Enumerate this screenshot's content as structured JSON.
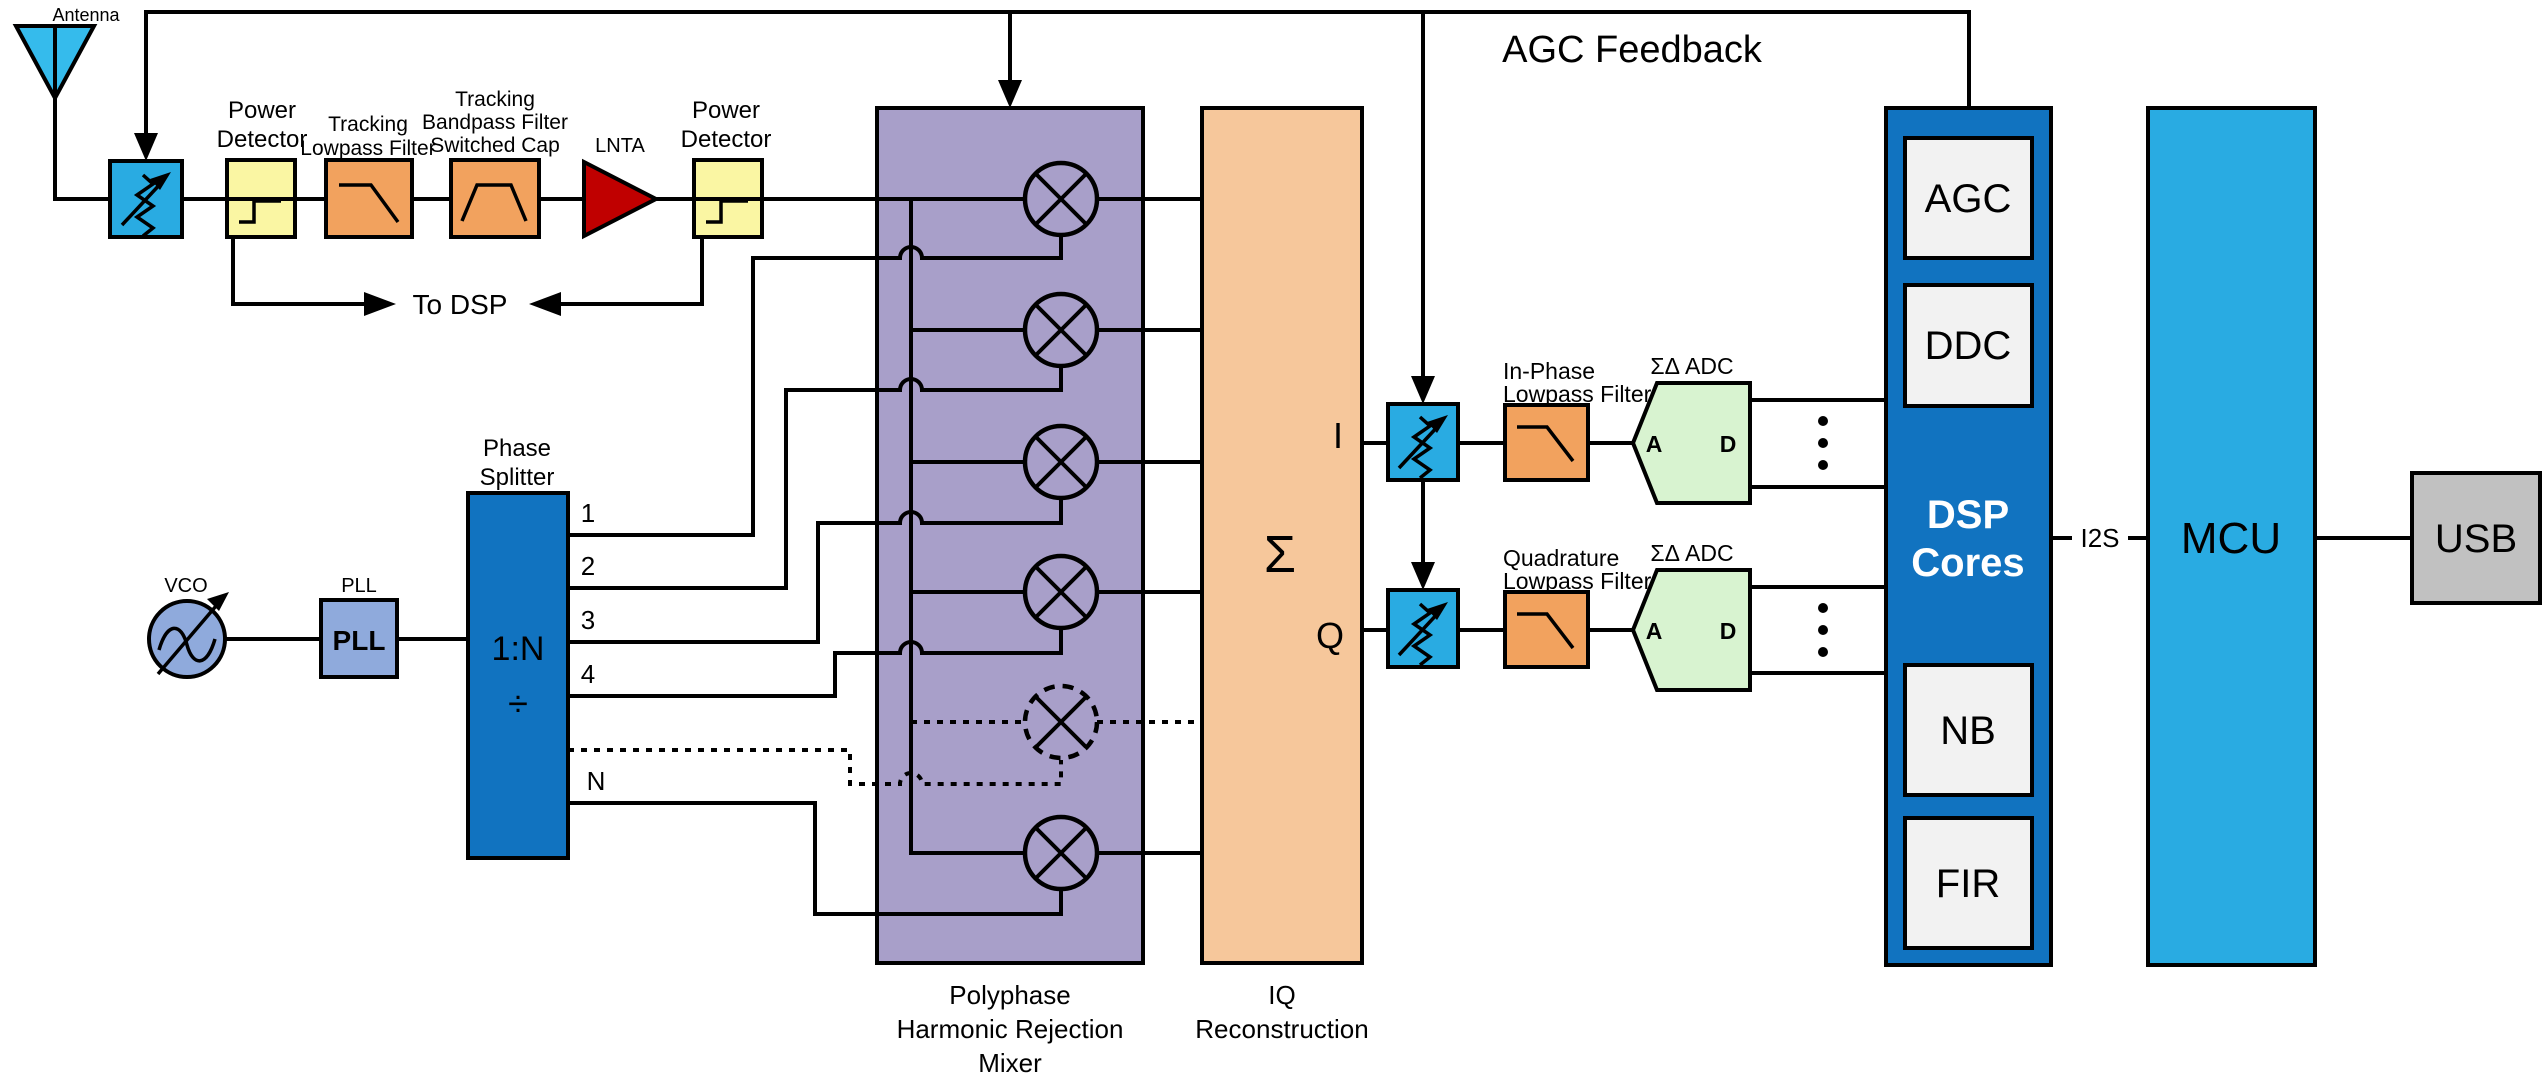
{
  "colors": {
    "antenna": "#35BBEC",
    "cyan": "#29ABE2",
    "mcu": "#29ABE2",
    "yellow": "#FAF6A3",
    "orange": "#F2A25E",
    "red": "#C00000",
    "periwinkle": "#8FAADC",
    "blue": "#1173C0",
    "purple": "#A89FC9",
    "peach": "#F6C79B",
    "mixer_green": "#CCF2CB",
    "adc_green": "#D8F3D0",
    "gray": "#C1C1C1",
    "light_gray": "#F2F2F2",
    "wire": "#000000"
  },
  "rf_chain": {
    "antenna_label": "Antenna",
    "power_detector_1": {
      "line1": "Power",
      "line2": "Detector"
    },
    "tracking_lpf": {
      "line1": "Tracking",
      "line2": "Lowpass Filter"
    },
    "tracking_bpf": {
      "line1": "Tracking",
      "line2": "Bandpass Filter",
      "line3": "Switched Cap"
    },
    "lnta_label": "LNTA",
    "power_detector_2": {
      "line1": "Power",
      "line2": "Detector"
    },
    "to_dsp": "To DSP"
  },
  "feedback": {
    "agc_feedback": "AGC Feedback"
  },
  "lo_chain": {
    "vco_label": "VCO",
    "pll_label": "PLL",
    "pll_text": "PLL",
    "phase_splitter": {
      "label_line1": "Phase",
      "label_line2": "Splitter",
      "ratio": "1:N",
      "divide": "÷",
      "outputs": [
        "1",
        "2",
        "3",
        "4",
        "N"
      ]
    }
  },
  "mixer": {
    "label_line1": "Polyphase",
    "label_line2": "Harmonic Rejection",
    "label_line3": "Mixer"
  },
  "iq": {
    "sigma": "Σ",
    "i": "I",
    "q": "Q",
    "label_line1": "IQ",
    "label_line2": "Reconstruction"
  },
  "baseband": {
    "inphase_lpf": {
      "line1": "In-Phase",
      "line2": "Lowpass Filter"
    },
    "quadrature_lpf": {
      "line1": "Quadrature",
      "line2": "Lowpass Filter"
    },
    "adc_label_i": "ΣΔ ADC",
    "adc_label_q": "ΣΔ ADC",
    "adc_a": "A",
    "adc_d": "D"
  },
  "dsp": {
    "agc": "AGC",
    "ddc": "DDC",
    "core_line1": "DSP",
    "core_line2": "Cores",
    "nb": "NB",
    "fir": "FIR"
  },
  "interconnect": {
    "i2s": "I2S"
  },
  "mcu": {
    "label": "MCU"
  },
  "usb": {
    "label": "USB"
  }
}
